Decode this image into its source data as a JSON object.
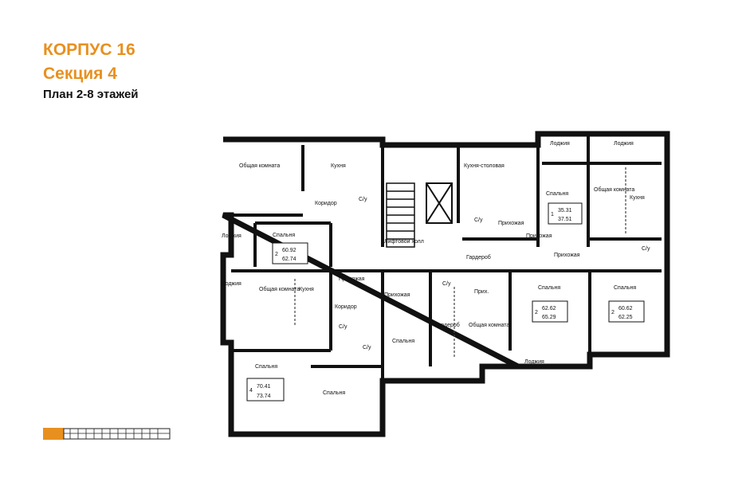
{
  "header": {
    "building": "КОРПУС 16",
    "section": "Секция 4",
    "plan": "План 2-8 этажей"
  },
  "colors": {
    "accent": "#e8901f",
    "wall": "#111111",
    "dashed": "#444444"
  },
  "rooms": {
    "r_tl_a": "Общая комната",
    "r_tl_b": "Кухня",
    "r_tr_kitchen": "Кухня-столовая",
    "r_bed_right": "Спальня",
    "r_bal_top1": "Лоджия",
    "r_bal_top2": "Лоджия",
    "r_common_rt": "Общая комната",
    "r_kitchen_rt": "Кухня",
    "r_corr_tl": "Коридор",
    "r_su1": "С/у",
    "r_su2": "С/у",
    "r_lift": "Лифтовой холл",
    "r_hall": "Прихожая",
    "r_hall2": "Прихожая",
    "r_closet": "Гардероб",
    "r_bed_l1": "Спальня",
    "r_bal_l1": "Лоджия",
    "r_bal_l2": "Лоджия",
    "r_common_l": "Общая комната",
    "r_kitchen_l": "Кухня",
    "r_hall_l": "Прихожая",
    "r_corr_l": "Коридор",
    "r_su_l": "С/у",
    "r_su_l2": "С/у",
    "r_hall_c": "Прихожая",
    "r_su_c": "С/у",
    "r_pr_c": "Прих.",
    "r_bed_c": "Спальня",
    "r_garderobe": "Гардероб",
    "r_common_c": "Общая комната",
    "r_bed_c2": "Спальня",
    "r_bed_c3": "Спальня",
    "r_bal_c": "Лоджия",
    "r_bed_bl": "Спальня",
    "r_bed_bl2": "Спальня",
    "r_hall_r": "Прихожая",
    "r_su_r": "С/у"
  },
  "apartments": [
    {
      "id": "apt-right-1",
      "num": "1",
      "area1": "35.31",
      "area2": "37.51"
    },
    {
      "id": "apt-left-2",
      "num": "2",
      "area1": "60.92",
      "area2": "62.74"
    },
    {
      "id": "apt-center-2",
      "num": "2",
      "area1": "62.62",
      "area2": "65.29"
    },
    {
      "id": "apt-right-2",
      "num": "2",
      "area1": "60.62",
      "area2": "62.25"
    },
    {
      "id": "apt-left-4",
      "num": "4",
      "area1": "70.41",
      "area2": "73.74"
    }
  ]
}
